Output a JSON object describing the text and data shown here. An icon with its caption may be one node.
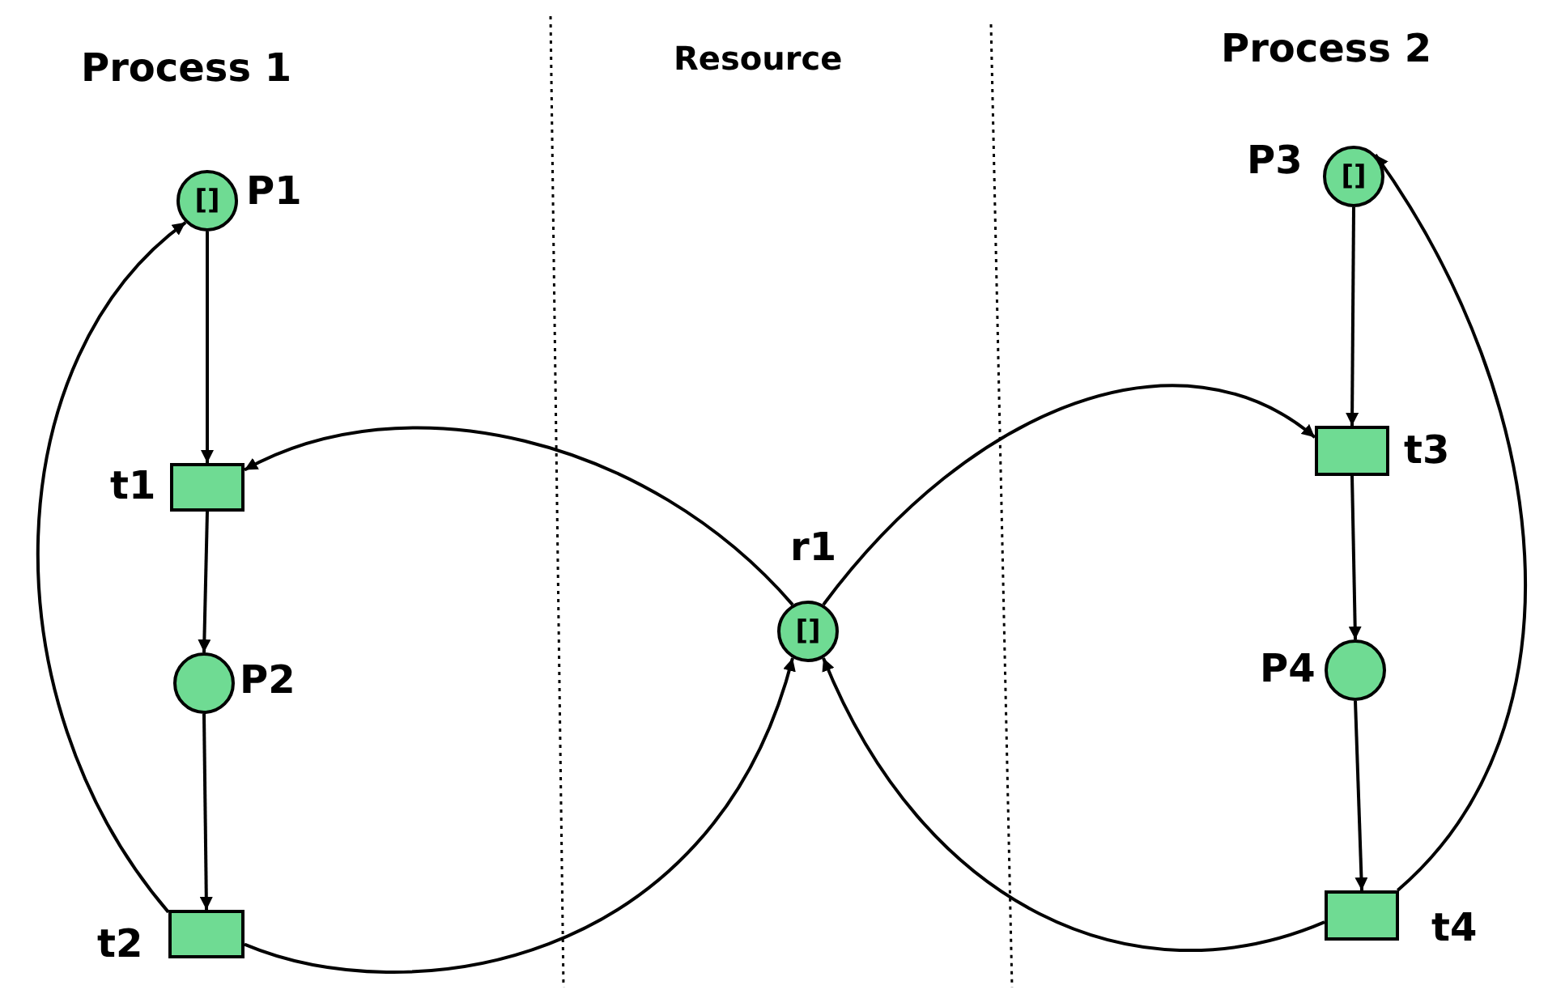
{
  "diagram": {
    "nodes": [
      {
        "text": [
          "[]"
        ],
        "beside": [
          "P1"
        ]
      },
      {
        "text": [],
        "shape": "box",
        "beside": [
          "t1"
        ]
      },
      {
        "text": [],
        "shape": "circle",
        "beside": [
          "P2"
        ]
      },
      {
        "text": [],
        "shape": "box",
        "beside": [
          "t2"
        ]
      },
      {
        "text": [
          "[]"
        ],
        "beside": [
          "r1"
        ]
      },
      {
        "text": [
          "[]"
        ],
        "beside": [
          "P3"
        ]
      },
      {
        "text": [],
        "shape": "box",
        "beside": [
          "t3"
        ]
      },
      {
        "text": [],
        "shape": "circle",
        "beside": [
          "P4"
        ]
      },
      {
        "text": [],
        "shape": "box",
        "beside": [
          "t4"
        ]
      }
    ],
    "edges": [
      {
        "from": 0,
        "to": 1,
        "arrow": "to"
      },
      {
        "from": 1,
        "to": 2,
        "arrow": "to"
      },
      {
        "from": 2,
        "to": 3,
        "arrow": "to"
      },
      {
        "from": 3,
        "to": 0,
        "arrow": "to"
      },
      {
        "from": 4,
        "to": 1,
        "arrow": "to"
      },
      {
        "from": 3,
        "to": 4,
        "arrow": "to"
      },
      {
        "from": 4,
        "to": 6,
        "arrow": "to"
      },
      {
        "from": 5,
        "to": 6,
        "arrow": "to"
      },
      {
        "from": 6,
        "to": 7,
        "arrow": "to"
      },
      {
        "from": 7,
        "to": 8,
        "arrow": "to"
      },
      {
        "from": 8,
        "to": 5,
        "arrow": "to"
      },
      {
        "from": 8,
        "to": 4,
        "arrow": "to"
      }
    ],
    "labels": [
      "Process 1",
      "Resource",
      "Process 2"
    ]
  }
}
